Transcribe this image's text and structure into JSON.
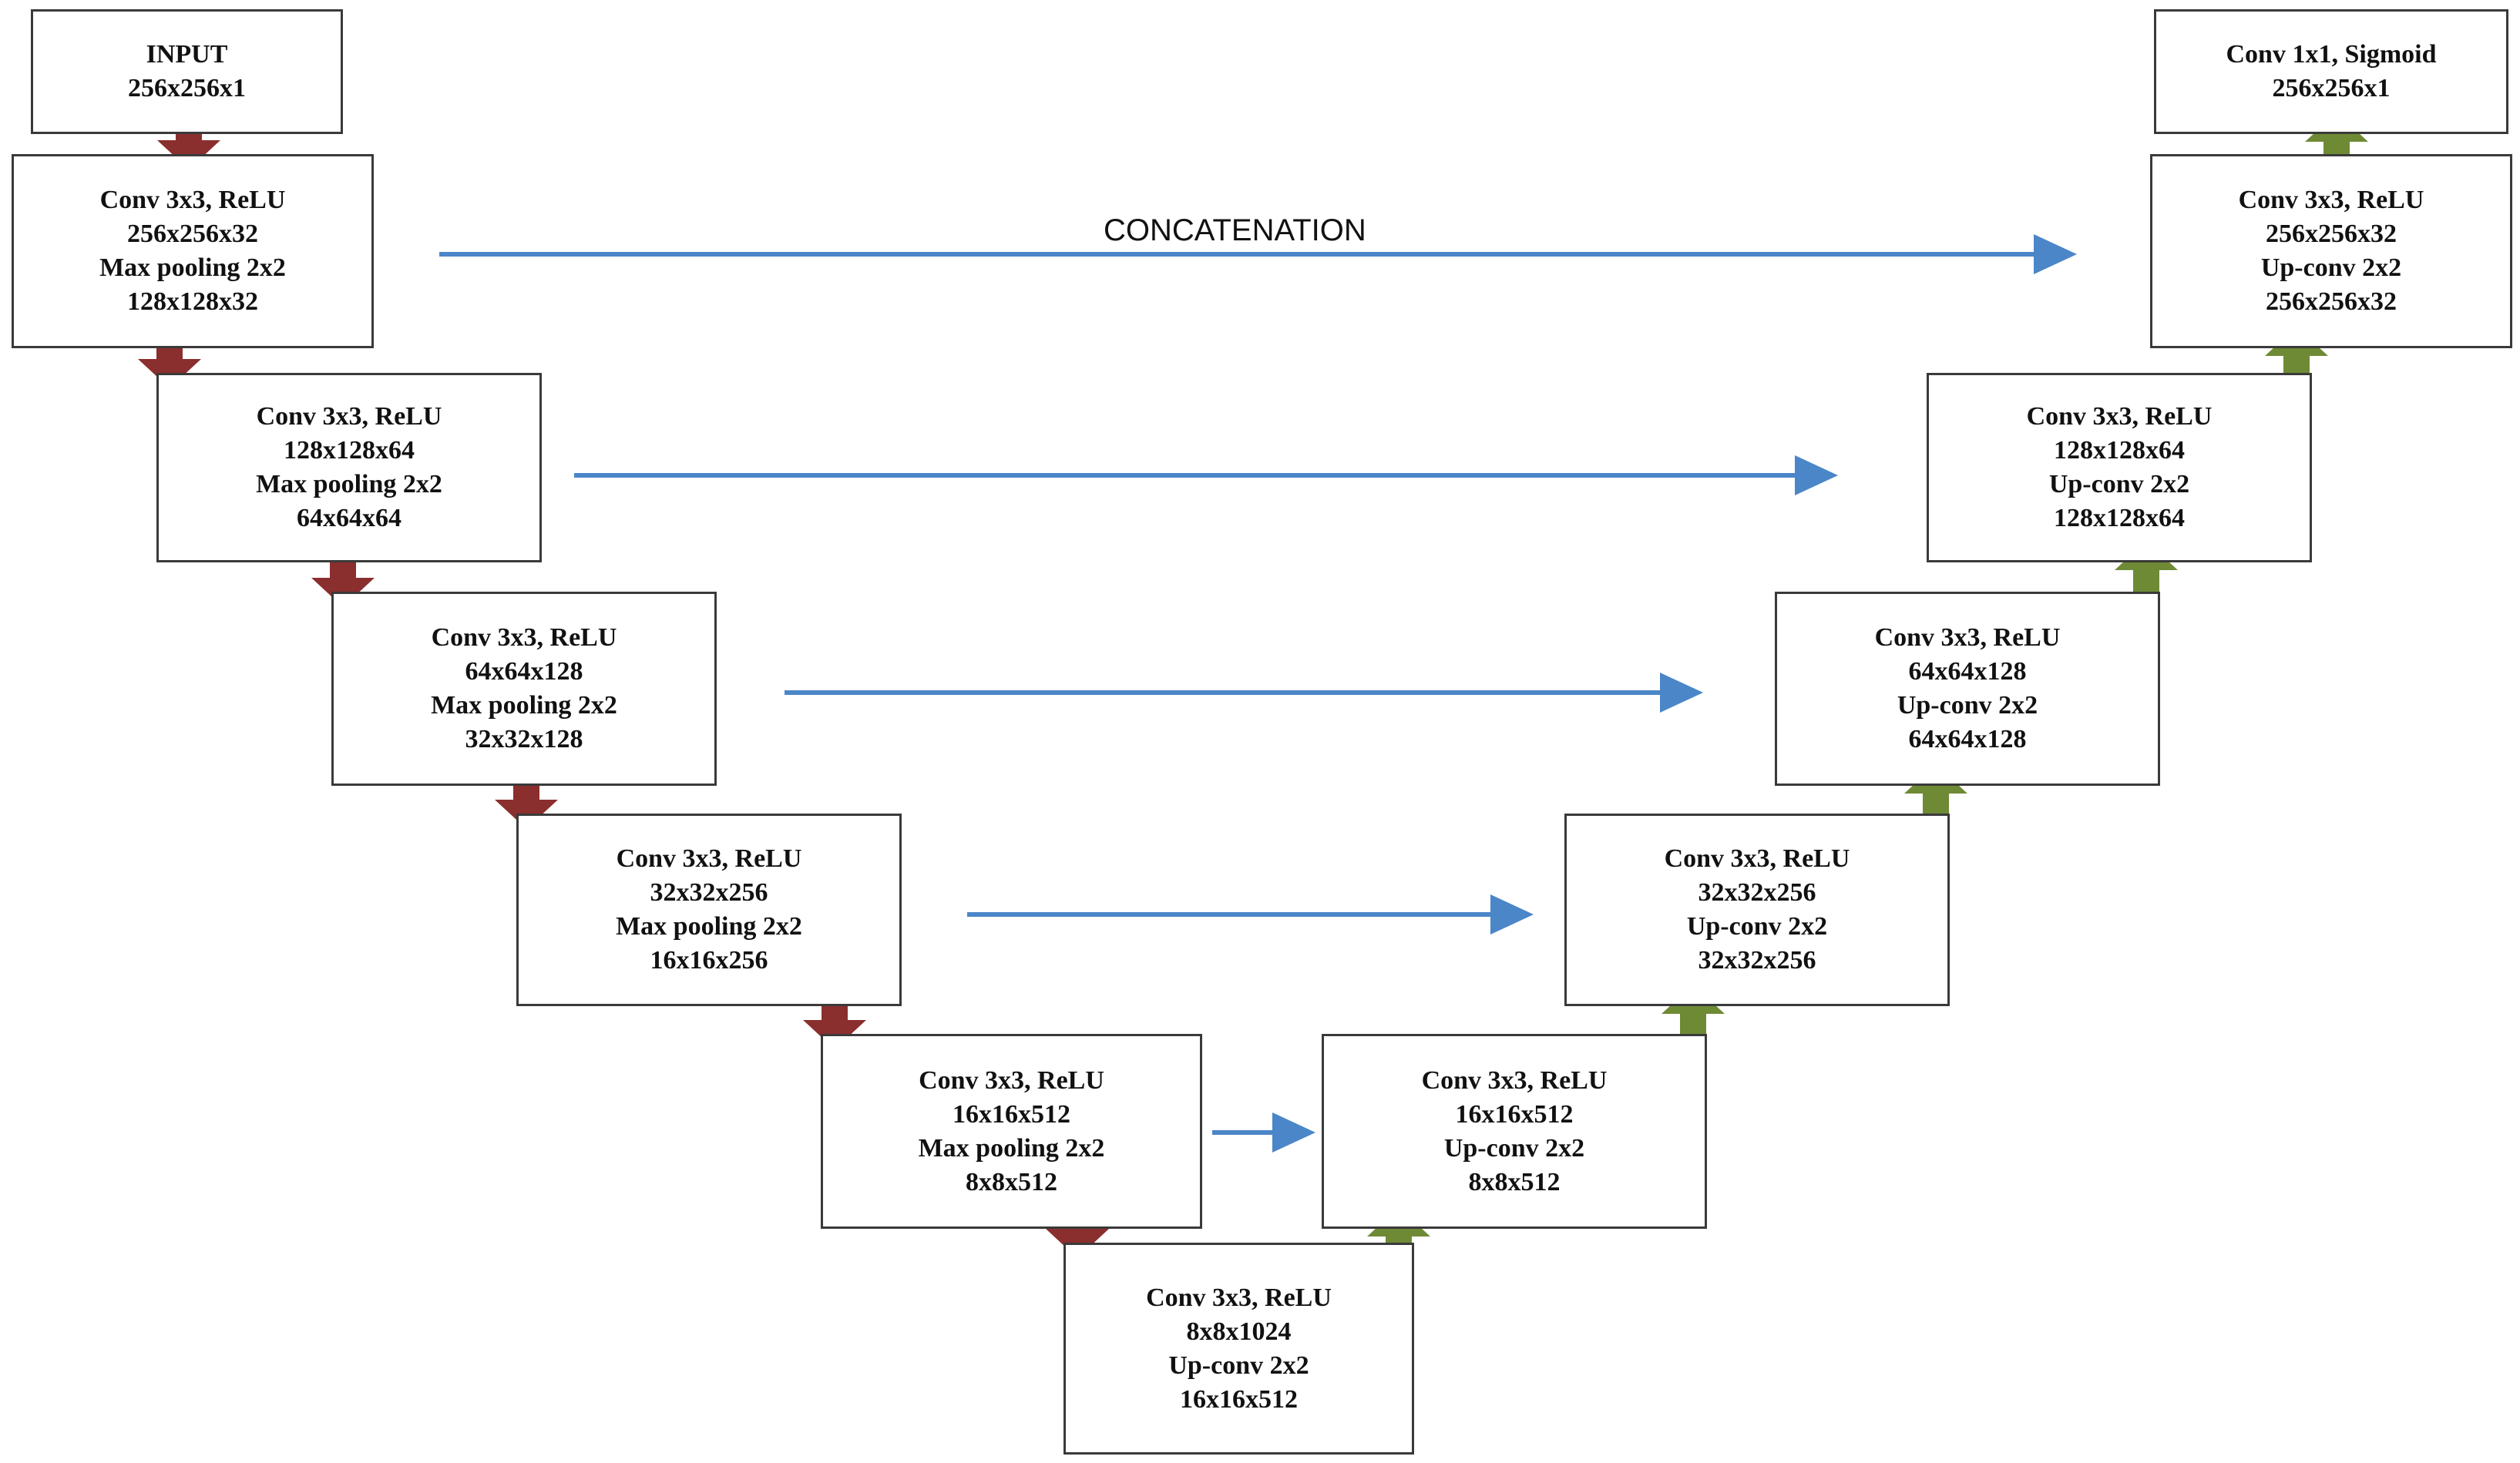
{
  "colors": {
    "down_arrow": "#8b2e2e",
    "up_arrow": "#6f8a35",
    "skip_arrow": "#4a86c8",
    "box_border": "#3a3a3a"
  },
  "skip_label": "CONCATENATION",
  "encoder": [
    {
      "lines": [
        "INPUT",
        "256x256x1"
      ]
    },
    {
      "lines": [
        "Conv 3x3, ReLU",
        "256x256x32",
        "Max pooling 2x2",
        "128x128x32"
      ]
    },
    {
      "lines": [
        "Conv 3x3, ReLU",
        "128x128x64",
        "Max pooling 2x2",
        "64x64x64"
      ]
    },
    {
      "lines": [
        "Conv 3x3, ReLU",
        "64x64x128",
        "Max pooling 2x2",
        "32x32x128"
      ]
    },
    {
      "lines": [
        "Conv 3x3, ReLU",
        "32x32x256",
        "Max pooling 2x2",
        "16x16x256"
      ]
    },
    {
      "lines": [
        "Conv 3x3, ReLU",
        "16x16x512",
        "Max pooling 2x2",
        "8x8x512"
      ]
    }
  ],
  "bottleneck": {
    "lines": [
      "Conv 3x3, ReLU",
      "8x8x1024",
      "Up-conv 2x2",
      "16x16x512"
    ]
  },
  "decoder": [
    {
      "lines": [
        "Conv 3x3, ReLU",
        "16x16x512",
        "Up-conv 2x2",
        "8x8x512"
      ]
    },
    {
      "lines": [
        "Conv 3x3, ReLU",
        "32x32x256",
        "Up-conv 2x2",
        "32x32x256"
      ]
    },
    {
      "lines": [
        "Conv 3x3, ReLU",
        "64x64x128",
        "Up-conv 2x2",
        "64x64x128"
      ]
    },
    {
      "lines": [
        "Conv 3x3, ReLU",
        "128x128x64",
        "Up-conv 2x2",
        "128x128x64"
      ]
    },
    {
      "lines": [
        "Conv 3x3, ReLU",
        "256x256x32",
        "Up-conv 2x2",
        "256x256x32"
      ]
    },
    {
      "lines": [
        "Conv 1x1, Sigmoid",
        "256x256x1"
      ]
    }
  ]
}
